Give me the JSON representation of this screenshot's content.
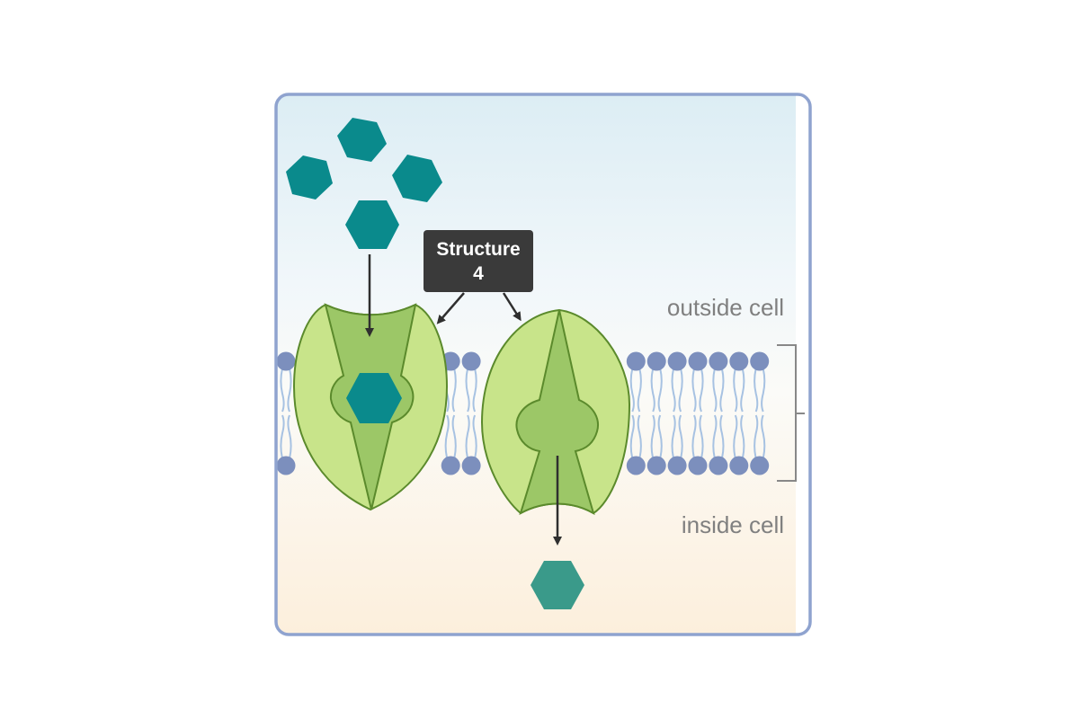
{
  "diagram": {
    "callout": {
      "line1": "Structure",
      "line2": "4"
    },
    "regions": {
      "outside": "outside cell",
      "inside": "inside cell"
    },
    "colors": {
      "frame_border": "#8fa3cf",
      "outside_bg_top": "#dcedf4",
      "inside_bg_bottom": "#fcefdc",
      "phospholipid_head": "#7c8fbd",
      "phospholipid_tail": "#a7c2e2",
      "transporter_outer": "#c8e48a",
      "transporter_channel": "#9cc767",
      "transporter_stroke": "#5b8a2c",
      "molecule": "#0a8a8c",
      "molecule_released": "#3a9a8a",
      "callout_bg": "#3a3a3a",
      "label_text": "#808080"
    },
    "icons": {
      "molecule": "hexagon",
      "transporter": "carrier-protein"
    }
  }
}
